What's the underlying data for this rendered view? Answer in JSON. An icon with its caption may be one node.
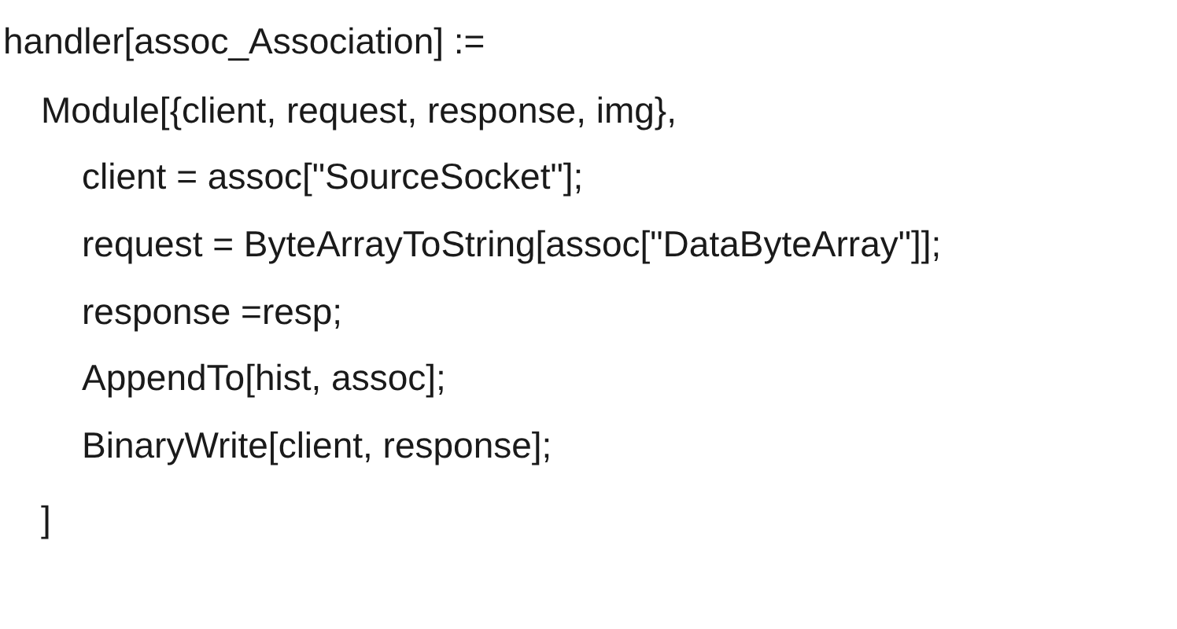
{
  "diagram": {
    "labels": [
      "handler[assoc_Association] :=",
      "Module[{client, request, response, img},",
      "client = assoc[\"SourceSocket\"];",
      "request = ByteArrayToString[assoc[\"DataByteArray\"]];",
      "response =resp;",
      "AppendTo[hist, assoc];",
      "BinaryWrite[client, response];",
      "]"
    ]
  }
}
